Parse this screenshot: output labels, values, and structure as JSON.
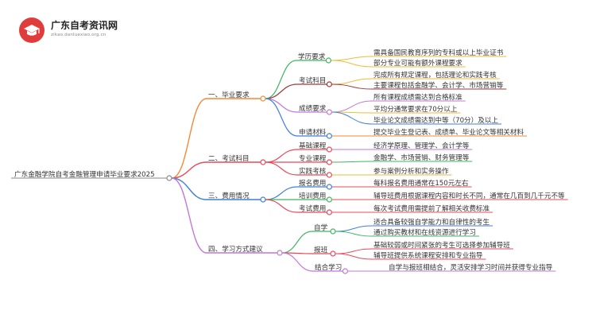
{
  "logo": {
    "title": "广东自考资讯网",
    "subtitle": "zikao.danluexiao.org.cn"
  },
  "root": "广东金融学院自考金融管理申请毕业要求2025",
  "branches": [
    {
      "label": "一、毕业要求",
      "color": "#f28a38",
      "subs": [
        {
          "label": "学历要求",
          "color": "#3fb562",
          "items": [
            {
              "text": "需具备国民教育序列的专科或以上毕业证书",
              "color": "#f2ba3c"
            },
            {
              "text": "部分专业可能有额外课程要求",
              "color": "#f2ba3c"
            }
          ]
        },
        {
          "label": "考试科目",
          "color": "#9e3a3a",
          "items": [
            {
              "text": "完成所有规定课程，包括理论和实践考核",
              "color": "#f2ba3c"
            },
            {
              "text": "主要课程包括金融学、会计学、市场营销等",
              "color": "#9e3a3a"
            }
          ]
        },
        {
          "label": "成绩要求",
          "color": "#c278d6",
          "items": [
            {
              "text": "所有课程成绩需达到合格标准",
              "color": "#c278d6"
            },
            {
              "text": "平均分通常要求在70分以上",
              "color": "#f2ba3c"
            },
            {
              "text": "毕业论文成绩需达到中等（70分）及以上",
              "color": "#3f7fd9"
            }
          ]
        },
        {
          "label": "申请材料",
          "color": "#3f7fd9",
          "items": [
            {
              "text": "提交毕业生登记表、成绩单、毕业论文等相关材料",
              "color": "#f28a38"
            }
          ]
        }
      ]
    },
    {
      "label": "二、考试科目",
      "color": "#e8485a",
      "subs": [
        {
          "label": "基础课程",
          "color": "#e8485a",
          "items": [
            {
              "text": "经济学原理、管理学、会计学等",
              "color": "#c278d6"
            }
          ]
        },
        {
          "label": "专业课程",
          "color": "#e8485a",
          "items": [
            {
              "text": "金融学、市场营销、财务管理等",
              "color": "#3fb562"
            }
          ]
        },
        {
          "label": "实践考核",
          "color": "#e8485a",
          "items": [
            {
              "text": "参与案例分析和实务操作",
              "color": "#f2ba3c"
            }
          ]
        }
      ]
    },
    {
      "label": "三、费用情况",
      "color": "#3f7fd9",
      "subs": [
        {
          "label": "报名费用",
          "color": "#3f7fd9",
          "items": [
            {
              "text": "每科报名费用通常在150元左右",
              "color": "#e8485a"
            }
          ]
        },
        {
          "label": "培训费用",
          "color": "#3fb562",
          "items": [
            {
              "text": "辅导班费用根据课程内容和时长不同，通常在几百到几千元不等",
              "color": "#e8485a"
            }
          ]
        },
        {
          "label": "考试费用",
          "color": "#e8485a",
          "items": [
            {
              "text": "每次考试费用需提前了解相关收费标准",
              "color": "#e8485a"
            }
          ]
        }
      ]
    },
    {
      "label": "四、学习方式建议",
      "color": "#c278d6",
      "subs": [
        {
          "label": "自学",
          "color": "#3fb562",
          "items": [
            {
              "text": "适合具备较强自学能力和自律性的考生",
              "color": "#3f7fd9"
            },
            {
              "text": "通过购买教材和在线资源进行学习",
              "color": "#3fb562"
            }
          ]
        },
        {
          "label": "报班",
          "color": "#e8485a",
          "items": [
            {
              "text": "基础较弱或时间紧张的考生可选择参加辅导班",
              "color": "#e8485a"
            },
            {
              "text": "辅导班提供系统课程安排和专业指导",
              "color": "#e8485a"
            }
          ]
        },
        {
          "label": "结合学习",
          "color": "#c278d6",
          "items": [
            {
              "text": "自学与报班相结合，灵活安排学习时间并获得专业指导",
              "color": "#c278d6"
            }
          ]
        }
      ]
    }
  ]
}
